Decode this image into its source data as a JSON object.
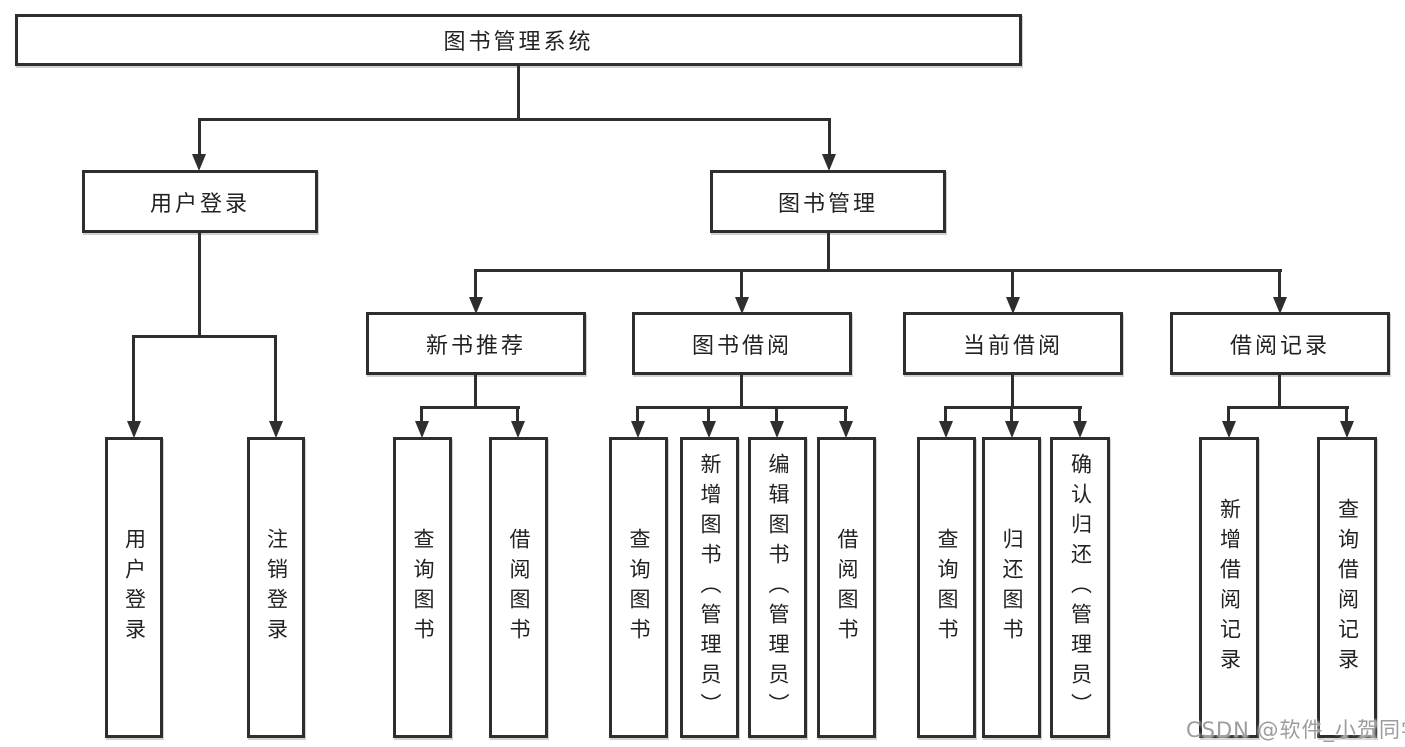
{
  "tree": {
    "label": "图书管理系统",
    "children": [
      {
        "label": "用户登录",
        "children": [
          {
            "label": "用户登录"
          },
          {
            "label": "注销登录"
          }
        ]
      },
      {
        "label": "图书管理",
        "children": [
          {
            "label": "新书推荐",
            "children": [
              {
                "label": "查询图书"
              },
              {
                "label": "借阅图书"
              }
            ]
          },
          {
            "label": "图书借阅",
            "children": [
              {
                "label": "查询图书"
              },
              {
                "label": "新增图书（管理员）"
              },
              {
                "label": "编辑图书（管理员）"
              },
              {
                "label": "借阅图书"
              }
            ]
          },
          {
            "label": "当前借阅",
            "children": [
              {
                "label": "查询图书"
              },
              {
                "label": "归还图书"
              },
              {
                "label": "确认归还（管理员）"
              }
            ]
          },
          {
            "label": "借阅记录",
            "children": [
              {
                "label": "新增借阅记录"
              },
              {
                "label": "查询借阅记录"
              }
            ]
          }
        ]
      }
    ]
  },
  "watermark": {
    "text": "CSDN @软件_小贺同学"
  },
  "colors": {
    "line": "#2e2e2e",
    "box_border": "#2e2e2e",
    "text": "#222222",
    "watermark": "#9d9d9d",
    "background": "#ffffff"
  }
}
